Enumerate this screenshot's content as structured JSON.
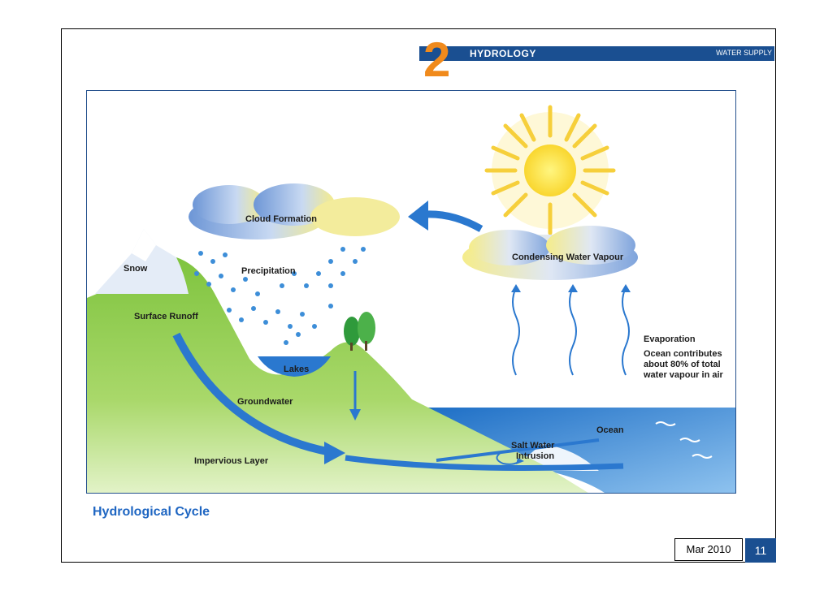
{
  "header": {
    "section_number": "2",
    "section_title": "HYDROLOGY",
    "section_right": "WATER SUPPLY"
  },
  "diagram": {
    "labels": {
      "cloud_formation": "Cloud Formation",
      "precipitation": "Precipitation",
      "snow": "Snow",
      "surface_runoff": "Surface Runoff",
      "lakes": "Lakes",
      "groundwater": "Groundwater",
      "impervious_layer": "Impervious Layer",
      "condensing_water_vapour": "Condensing Water Vapour",
      "evaporation": "Evaporation",
      "ocean_note_1": "Ocean contributes",
      "ocean_note_2": "about 80% of total",
      "ocean_note_3": "water vapour in air",
      "ocean": "Ocean",
      "salt_water_1": "Salt Water",
      "salt_water_2": "Intrusion"
    }
  },
  "caption": "Hydrological Cycle",
  "footer": {
    "date": "Mar 2010",
    "page": "11"
  },
  "colors": {
    "brand_blue": "#1a4f91",
    "accent_orange": "#f08a1c",
    "caption_blue": "#1f66c2"
  }
}
